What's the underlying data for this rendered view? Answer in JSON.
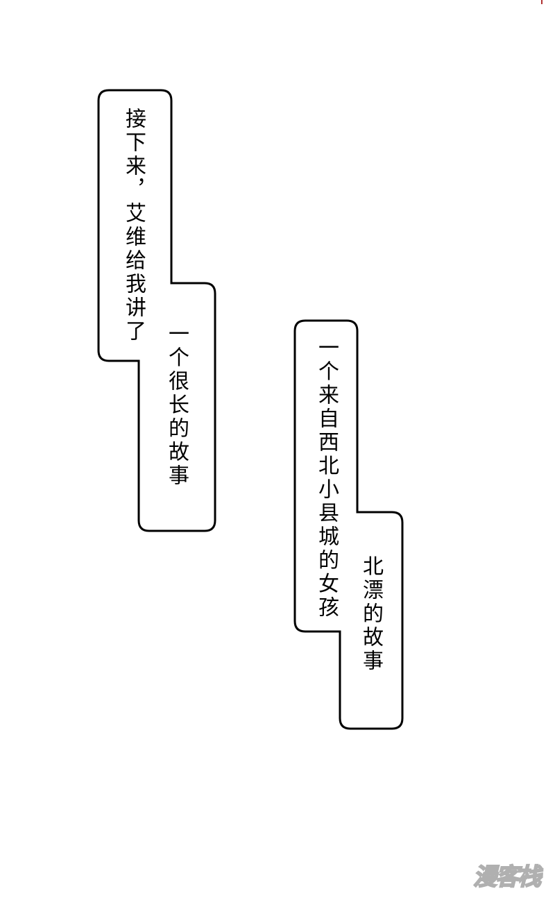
{
  "bubble_1": {
    "line_1": "接下来，艾维给我讲了",
    "line_2": "一个很长的故事"
  },
  "bubble_2": {
    "line_1": "一个来自西北小县城的女孩",
    "line_2": "北漂的故事"
  },
  "watermark": "漫客栈"
}
